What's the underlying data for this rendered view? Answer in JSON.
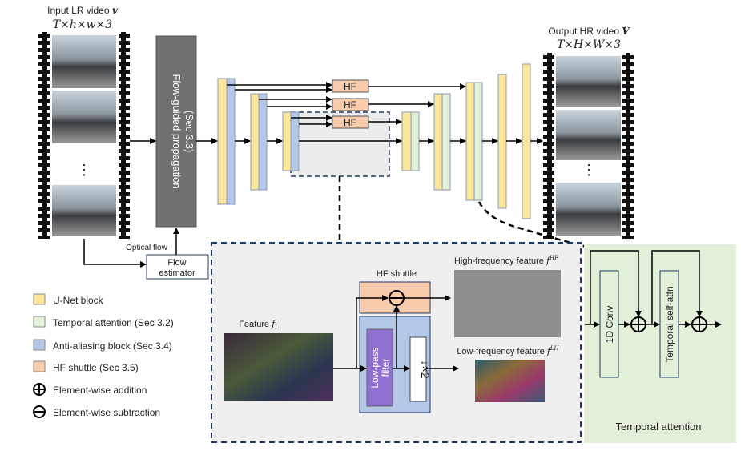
{
  "input": {
    "title": "Input LR video",
    "symbol": "v",
    "shape": "T×h×w×3",
    "ellipsis": "⋮"
  },
  "output": {
    "title": "Output HR video",
    "symbol": "V̂",
    "shape": "T×H×W×3",
    "ellipsis": "⋮"
  },
  "propagation": {
    "label": "Flow-guided propagation",
    "section": "(Sec 3.3)"
  },
  "flow": {
    "optical_flow_label": "Optical flow",
    "estimator_line1": "Flow",
    "estimator_line2": "estimator"
  },
  "hf_labels": [
    "HF",
    "HF",
    "HF"
  ],
  "detail": {
    "feature_label": "Feature",
    "feature_symbol": "f",
    "feature_sub": "i",
    "hf_shuttle_label": "HF shuttle",
    "low_pass_line1": "Low-pass",
    "low_pass_line2": "filter",
    "downsample": "↓×2",
    "high_freq_label": "High-frequency feature",
    "high_freq_sup": "HF",
    "low_freq_label": "Low-frequency feature",
    "low_freq_sup": "LH"
  },
  "temporal": {
    "conv_label": "1D Conv",
    "attn_label": "Temporal self-attn",
    "title": "Temporal attention"
  },
  "legend": [
    {
      "label": "U-Net block",
      "color": "#fde69a"
    },
    {
      "label": "Temporal attention (Sec 3.2)",
      "color": "#e2efd9"
    },
    {
      "label": "Anti-aliasing block (Sec 3.4)",
      "color": "#b4c7e7"
    },
    {
      "label": "HF shuttle (Sec 3.5)",
      "color": "#f8cbad"
    },
    {
      "label": "Element-wise addition",
      "icon": "circle-plus"
    },
    {
      "label": "Element-wise subtraction",
      "icon": "circle-minus"
    }
  ],
  "colors": {
    "unet": "#fde69a",
    "temporal": "#e2efd9",
    "antialias": "#b4c7e7",
    "hf": "#f8cbad",
    "propagation": "#707070",
    "filter": "#8f6fd0",
    "dashed": "#1f3864",
    "panel": "#efefef"
  }
}
